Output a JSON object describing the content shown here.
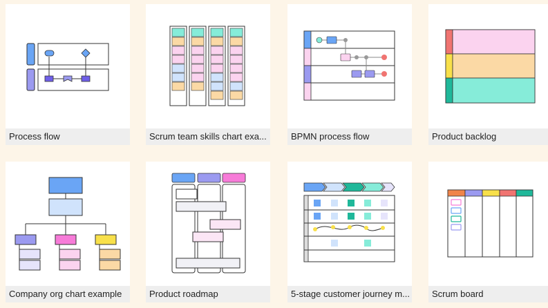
{
  "templates": [
    {
      "title": "Process flow",
      "thumbnail": "process-flow-diagram"
    },
    {
      "title": "Scrum team skills chart exa...",
      "thumbnail": "skills-chart-grid"
    },
    {
      "title": "BPMN process flow",
      "thumbnail": "bpmn-swimlane-diagram"
    },
    {
      "title": "Product backlog",
      "thumbnail": "backlog-color-bands"
    },
    {
      "title": "Company org chart example",
      "thumbnail": "org-chart-tree"
    },
    {
      "title": "Product roadmap",
      "thumbnail": "roadmap-timeline"
    },
    {
      "title": "5-stage customer journey m...",
      "thumbnail": "journey-map-grid"
    },
    {
      "title": "Scrum board",
      "thumbnail": "scrum-board-columns"
    }
  ],
  "colors": {
    "page_background": "#fdf5e8",
    "card_background": "#ffffff",
    "label_background": "#eeeeee",
    "blue": "#6aa5f5",
    "purple": "#9b9af0",
    "pink": "#fbd3ef",
    "orange": "#fbd9a5",
    "teal": "#86ecd9",
    "light_blue": "#d0e3fc",
    "yellow": "#f8e04a",
    "red": "#f07471",
    "magenta": "#f77bd8",
    "outline": "#333333"
  }
}
